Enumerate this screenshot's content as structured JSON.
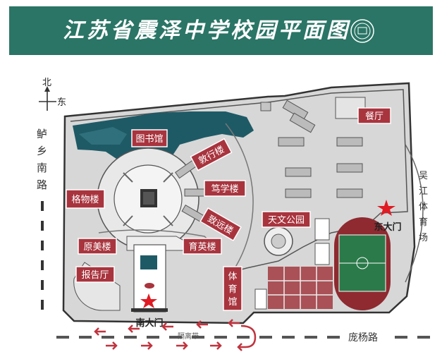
{
  "header": {
    "title": "江苏省震泽中学校园平面图",
    "emblem_icon": "school-emblem-icon",
    "bg_color": "#2a7566"
  },
  "compass": {
    "north": "北",
    "east": "东"
  },
  "roads": {
    "west": "鲈乡南路",
    "east": "吴江体育场",
    "south": "庞杨路",
    "median": "隔离带"
  },
  "buildings": {
    "library": "图书馆",
    "dunxing": "敦行楼",
    "duxue": "笃学楼",
    "zhiyuan": "致远楼",
    "gewu": "格物楼",
    "yuanmei": "原美楼",
    "yuying": "育英楼",
    "report_hall": "报告厅",
    "observatory_park": "天文公园",
    "gym": "体育馆",
    "canteen": "餐厅"
  },
  "gates": {
    "south": "南大门",
    "east": "东大门"
  },
  "colors": {
    "label_bg": "#a8343e",
    "label_text": "#ffffff",
    "campus_fill": "#dcdcdc",
    "lake": "#1e5a66",
    "track": "#8e2a30",
    "field": "#2b7a4a",
    "gate_star": "#e01b23",
    "arrows": "#c0343e"
  }
}
